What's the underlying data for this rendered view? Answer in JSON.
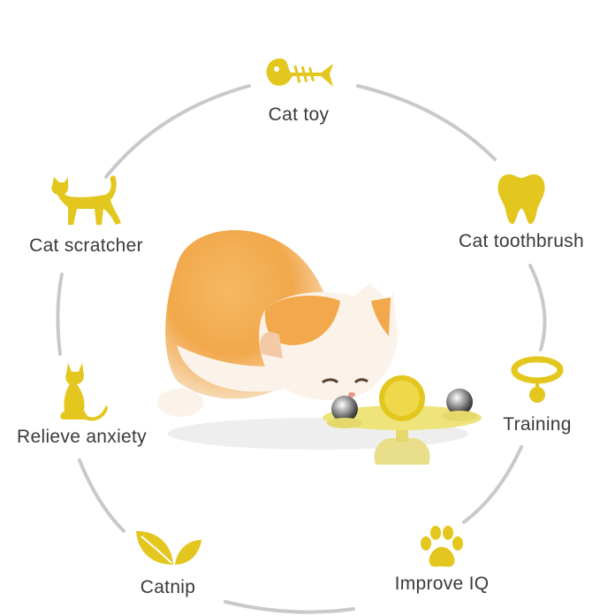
{
  "colors": {
    "accent": "#e3c71e",
    "ring": "#c9c9c9",
    "text": "#3a3a3a"
  },
  "features": [
    {
      "label": "Cat toy",
      "icon": "fish-bone-icon"
    },
    {
      "label": "Cat toothbrush",
      "icon": "tooth-icon"
    },
    {
      "label": "Training",
      "icon": "collar-icon"
    },
    {
      "label": "Improve IQ",
      "icon": "paw-icon"
    },
    {
      "label": "Catnip",
      "icon": "leaf-icon"
    },
    {
      "label": "Relieve anxiety",
      "icon": "sitting-cat-icon"
    },
    {
      "label": "Cat scratcher",
      "icon": "walking-cat-icon"
    }
  ]
}
